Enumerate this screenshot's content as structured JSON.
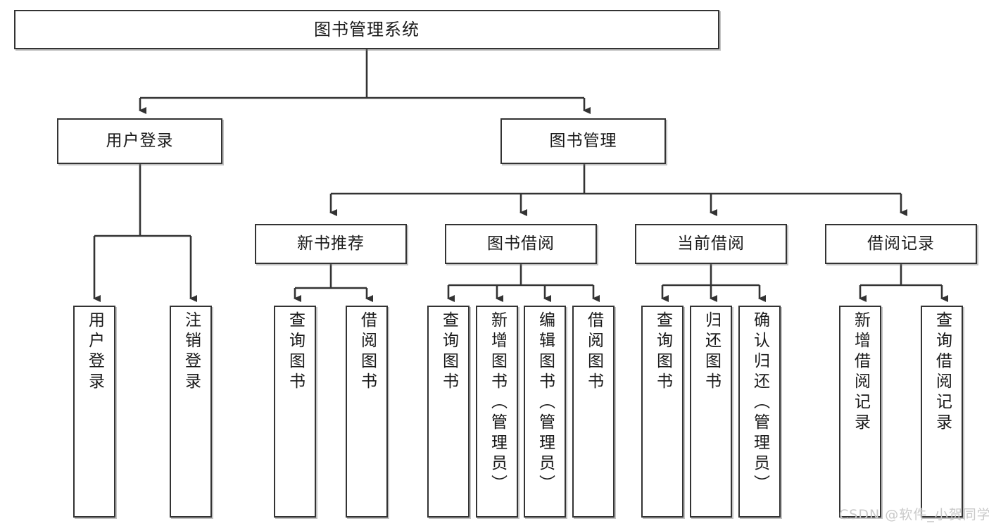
{
  "diagram": {
    "title": "图书管理系统",
    "type": "功能结构图",
    "style": {
      "box_border": "#333333",
      "box_fill": "#ffffff",
      "line": "#333333",
      "text": "#1a1a1a",
      "watermark": "#c9c9c9",
      "background": "#ffffff"
    }
  },
  "nodes": {
    "root": {
      "label": "图书管理系统"
    },
    "level1": [
      {
        "id": "user-login",
        "label": "用户登录"
      },
      {
        "id": "book-manage",
        "label": "图书管理"
      }
    ],
    "level2": [
      {
        "id": "new-book-recommend",
        "label": "新书推荐"
      },
      {
        "id": "book-borrow",
        "label": "图书借阅"
      },
      {
        "id": "current-borrow",
        "label": "当前借阅"
      },
      {
        "id": "borrow-record",
        "label": "借阅记录"
      }
    ],
    "leaves": {
      "user-login": [
        {
          "id": "leaf-user-login",
          "label": "用户登录"
        },
        {
          "id": "leaf-logout-login",
          "label": "注销登录"
        }
      ],
      "new-book-recommend": [
        {
          "id": "leaf-query-book-1",
          "label": "查询图书"
        },
        {
          "id": "leaf-borrow-book-1",
          "label": "借阅图书"
        }
      ],
      "book-borrow": [
        {
          "id": "leaf-query-book-2",
          "label": "查询图书"
        },
        {
          "id": "leaf-add-book",
          "label": "新增图书（管理员）"
        },
        {
          "id": "leaf-edit-book",
          "label": "编辑图书（管理员）"
        },
        {
          "id": "leaf-borrow-book-2",
          "label": "借阅图书"
        }
      ],
      "current-borrow": [
        {
          "id": "leaf-query-book-3",
          "label": "查询图书"
        },
        {
          "id": "leaf-return-book",
          "label": "归还图书"
        },
        {
          "id": "leaf-confirm-return",
          "label": "确认归还（管理员）"
        }
      ],
      "borrow-record": [
        {
          "id": "leaf-add-record",
          "label": "新增借阅记录"
        },
        {
          "id": "leaf-query-record",
          "label": "查询借阅记录"
        }
      ]
    }
  },
  "watermark": {
    "text": "CSDN @软件_小贺同学"
  }
}
